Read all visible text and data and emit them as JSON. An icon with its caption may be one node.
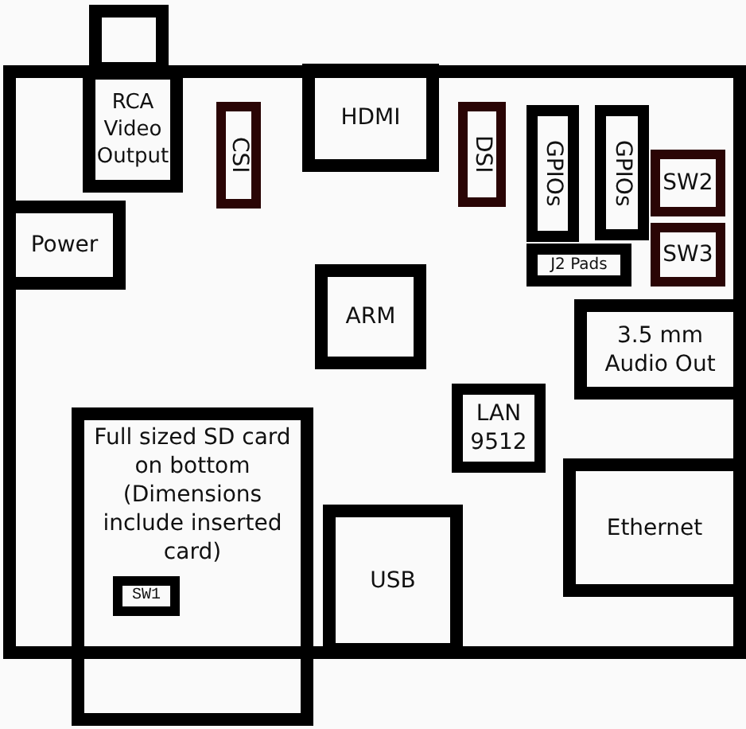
{
  "diagram": {
    "nodes": [
      {
        "text": [],
        "shape": "box"
      },
      {
        "text": [],
        "shape": "box"
      },
      {
        "text": [
          "RCA Video Output"
        ],
        "in": 0
      },
      {
        "text": [
          "CSI"
        ],
        "in": 0
      },
      {
        "text": [
          "HDMI"
        ],
        "in": 0
      },
      {
        "text": [
          "DSI"
        ],
        "in": 0
      },
      {
        "text": [
          "GPIOs"
        ],
        "in": 0
      },
      {
        "text": [
          "GPIOs"
        ],
        "in": 0
      },
      {
        "text": [
          "SW2"
        ],
        "in": 0
      },
      {
        "text": [
          "Power"
        ],
        "in": 0
      },
      {
        "text": [
          "J2 Pads"
        ],
        "in": 0
      },
      {
        "text": [
          "SW3"
        ],
        "in": 0
      },
      {
        "text": [
          "ARM"
        ],
        "in": 0
      },
      {
        "text": [
          "3.5 mm Audio Out"
        ],
        "in": 0
      },
      {
        "text": [
          "LAN 9512"
        ],
        "in": 0
      },
      {
        "text": [
          "Full sized SD card on bottom (Dimensions include inserted card)"
        ]
      },
      {
        "text": [
          "SW1"
        ]
      },
      {
        "text": [
          "USB"
        ],
        "in": 0
      },
      {
        "text": [
          "Ethernet"
        ],
        "in": 0
      }
    ]
  }
}
